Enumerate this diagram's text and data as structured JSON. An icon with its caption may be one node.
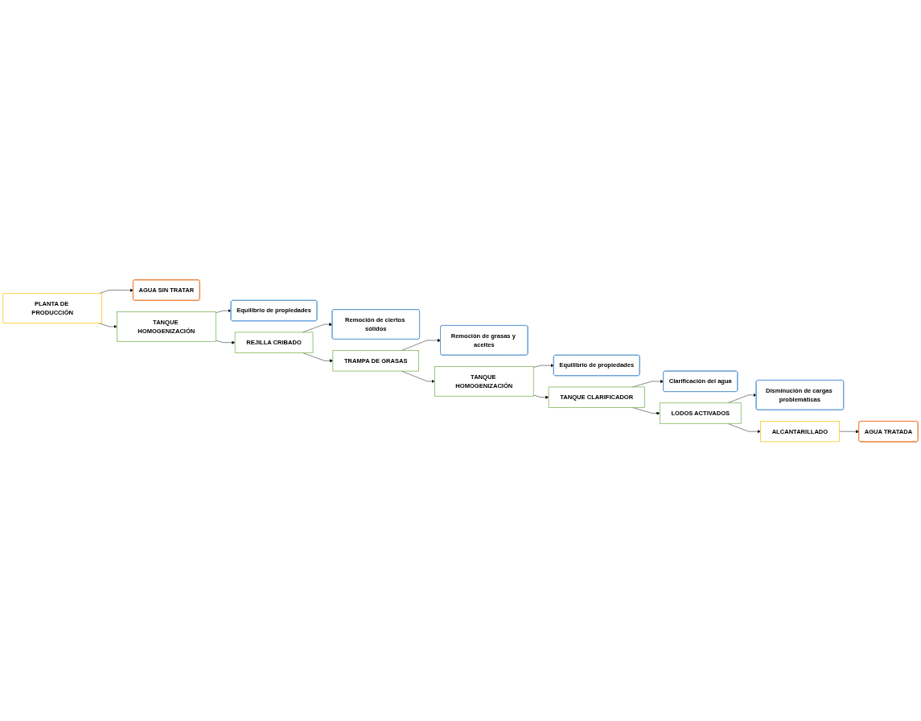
{
  "diagram": {
    "nodes": [
      {
        "text": [
          "PLANTA DE PRODUCCIÓN"
        ]
      },
      {
        "text": [
          "AGUA SIN TRATAR"
        ]
      },
      {
        "text": [
          "TANQUE HOMOGENIZACIÓN"
        ]
      },
      {
        "text": [
          "Equilibrio de propiedades"
        ]
      },
      {
        "text": [
          "REJILLA CRIBADO"
        ]
      },
      {
        "text": [
          "Remoción de ciertos sólidos"
        ]
      },
      {
        "text": [
          "TRAMPA DE GRASAS"
        ]
      },
      {
        "text": [
          "Remoción de grasas y aceites"
        ]
      },
      {
        "text": [
          "TANQUE HOMOGENIZACIÓN"
        ]
      },
      {
        "text": [
          "Equilibrio de propiedades"
        ]
      },
      {
        "text": [
          "TANQUE CLARIFICADOR"
        ]
      },
      {
        "text": [
          "Clarificación del agua"
        ]
      },
      {
        "text": [
          "LODOS ACTIVADOS"
        ]
      },
      {
        "text": [
          "Disminución de cargas problemáticas"
        ]
      },
      {
        "text": [
          "ALCANTARILLADO"
        ]
      },
      {
        "text": [
          "AGUA TRATADA"
        ]
      }
    ],
    "edges": [
      {
        "from": 0,
        "to": 1,
        "arrow": "to"
      },
      {
        "from": 0,
        "to": 2,
        "arrow": "to"
      },
      {
        "from": 2,
        "to": 3,
        "arrow": "to"
      },
      {
        "from": 2,
        "to": 4,
        "arrow": "to"
      },
      {
        "from": 4,
        "to": 5,
        "arrow": "to"
      },
      {
        "from": 4,
        "to": 6,
        "arrow": "to"
      },
      {
        "from": 6,
        "to": 7,
        "arrow": "to"
      },
      {
        "from": 6,
        "to": 8,
        "arrow": "to"
      },
      {
        "from": 8,
        "to": 9,
        "arrow": "to"
      },
      {
        "from": 8,
        "to": 10,
        "arrow": "to"
      },
      {
        "from": 10,
        "to": 11,
        "arrow": "to"
      },
      {
        "from": 10,
        "to": 12,
        "arrow": "to"
      },
      {
        "from": 12,
        "to": 13,
        "arrow": "to"
      },
      {
        "from": 12,
        "to": 14,
        "arrow": "to"
      },
      {
        "from": 14,
        "to": 15,
        "arrow": "to"
      }
    ]
  }
}
